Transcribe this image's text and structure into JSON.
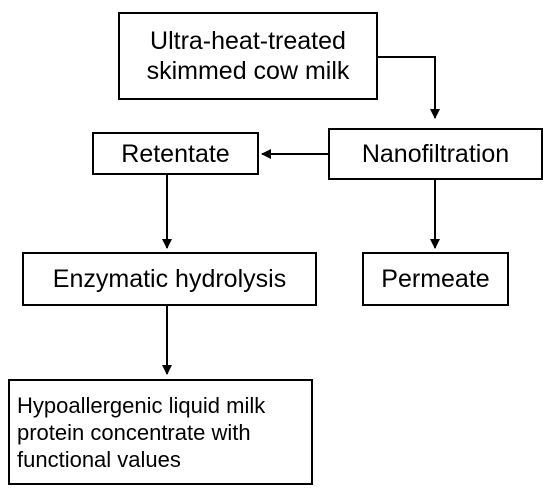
{
  "diagram": {
    "nodes": [
      {
        "id": "uht",
        "label": "Ultra-heat-treated\nskimmed cow milk"
      },
      {
        "id": "nano",
        "label": "Nanofiltration"
      },
      {
        "id": "retentate",
        "label": "Retentate"
      },
      {
        "id": "permeate",
        "label": "Permeate"
      },
      {
        "id": "enzymatic",
        "label": "Enzymatic hydrolysis"
      },
      {
        "id": "hypo",
        "label": "Hypoallergenic liquid milk\nprotein concentrate with\nfunctional values"
      }
    ],
    "edges": [
      {
        "from": "uht",
        "to": "nano"
      },
      {
        "from": "nano",
        "to": "retentate"
      },
      {
        "from": "nano",
        "to": "permeate"
      },
      {
        "from": "retentate",
        "to": "enzymatic"
      },
      {
        "from": "enzymatic",
        "to": "hypo"
      }
    ],
    "colors": {
      "stroke": "#000000",
      "background": "#ffffff",
      "text": "#000000"
    }
  }
}
